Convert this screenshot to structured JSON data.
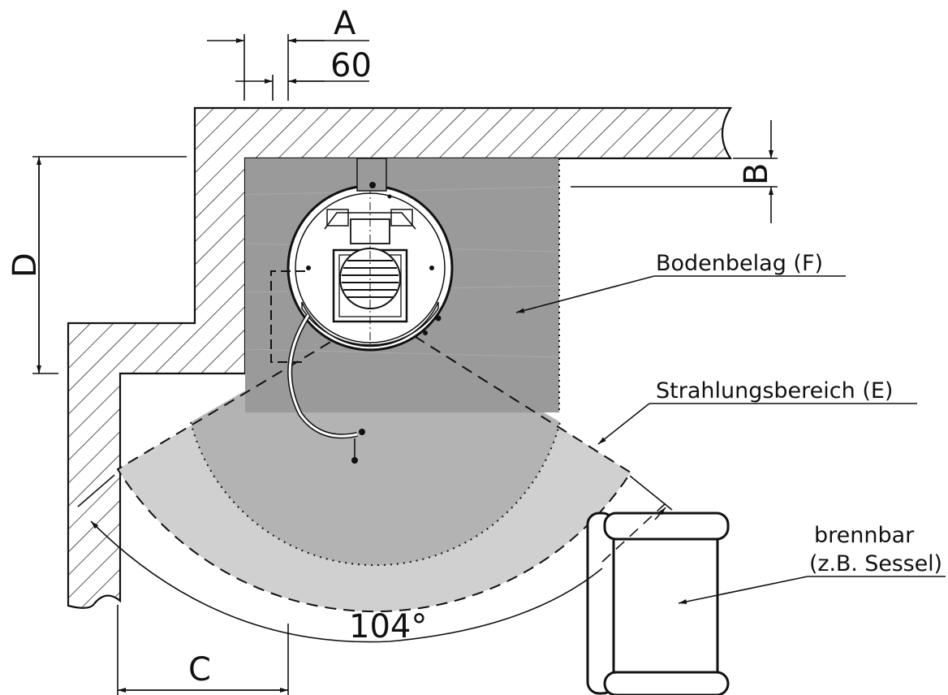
{
  "dimensions": {
    "a": "A",
    "sixty": "60",
    "b": "B",
    "c": "C",
    "d": "D",
    "angle": "104°"
  },
  "labels": {
    "floor_covering": "Bodenbelag (F)",
    "radiation_zone": "Strahlungsbereich (E)",
    "combustible_line1": "brennbar",
    "combustible_line2": "(z.B. Sessel)"
  },
  "colors": {
    "floor_plate": "#9a9a9a",
    "radiation_zone": "#d0d0d0",
    "radiation_inner": "#b3b3b3",
    "line": "#111111"
  }
}
